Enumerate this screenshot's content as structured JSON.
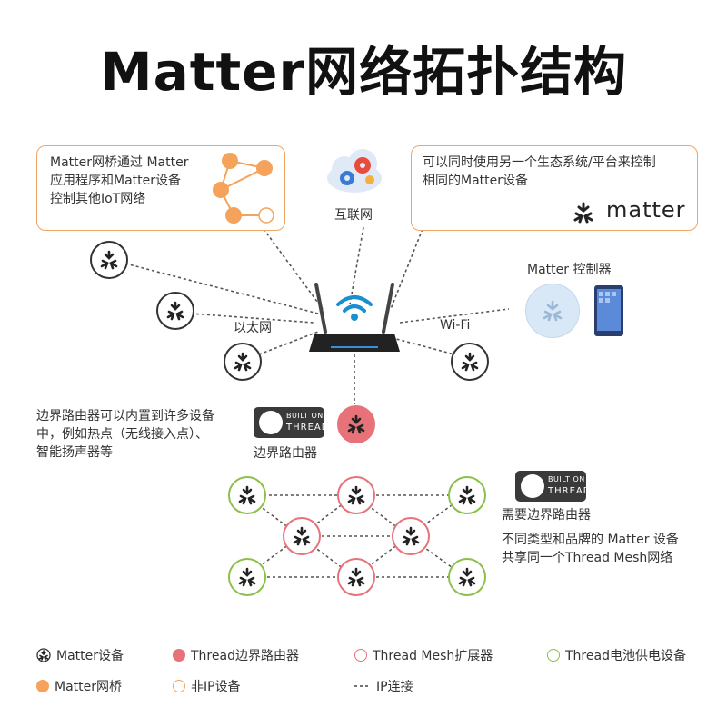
{
  "title": "Matter网络拓扑结构",
  "bridge_box": {
    "lines": [
      "Matter网桥通过 Matter",
      "应用程序和Matter设备",
      "控制其他IoT网络"
    ]
  },
  "ecosystem_box": {
    "lines": [
      "可以同时使用另一个生态系统/平台来控制",
      "相同的Matter设备"
    ],
    "brand": "matter"
  },
  "internet_label": "互联网",
  "ethernet_label": "以太网",
  "wifi_label": "Wi-Fi",
  "controller_label": "Matter 控制器",
  "border_router_desc": [
    "边界路由器可以内置到许多设备",
    "中，例如热点（无线接入点）、",
    "智能扬声器等"
  ],
  "border_router_label": "边界路由器",
  "thread_badge": {
    "line1": "BUILT ON",
    "line2": "THREAD"
  },
  "needs_border_router": "需要边界路由器",
  "mesh_desc": [
    "不同类型和品牌的 Matter 设备",
    "共享同一个Thread Mesh网络"
  ],
  "legend": [
    {
      "label": "Matter设备",
      "type": "matter-device"
    },
    {
      "label": "Thread边界路由器",
      "type": "thread-border-router"
    },
    {
      "label": "Thread Mesh扩展器",
      "type": "mesh-extender"
    },
    {
      "label": "Thread电池供电设备",
      "type": "battery-device"
    },
    {
      "label": "Matter网桥",
      "type": "matter-bridge"
    },
    {
      "label": "非IP设备",
      "type": "non-ip-device"
    },
    {
      "label": "IP连接",
      "type": "ip-link"
    }
  ],
  "colors": {
    "bridge_orange": "#f5a35b",
    "thread_red": "#e8727a",
    "battery_green": "#8cbf4c",
    "box_border": "#f0a566",
    "router_blue": "#1a8fd0"
  },
  "icons": [
    "matter-logo-icon",
    "cloud-gears-icon",
    "wifi-icon",
    "router-icon",
    "thread-logo-icon",
    "tablet-icon"
  ]
}
